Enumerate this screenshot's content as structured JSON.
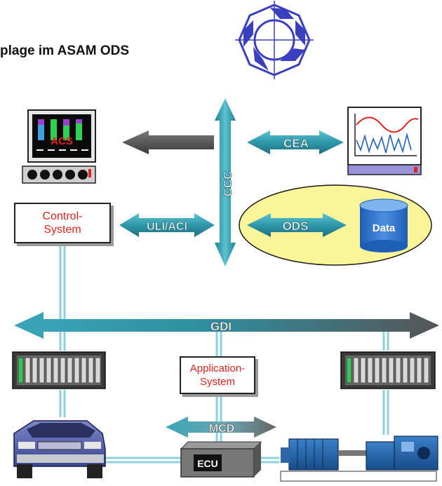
{
  "title": "plage im ASAM ODS",
  "interfaces": {
    "ccc": "CCC",
    "cea": "CEA",
    "uli_aci": "ULI/ACI",
    "ods": "ODS",
    "gdi": "GDI",
    "mcd": "MCD"
  },
  "components": {
    "acs": "ACS",
    "data": "Data",
    "ecu": "ECU",
    "control_system": {
      "line1": "Control-",
      "line2": "System"
    },
    "application_system": {
      "line1": "Application-",
      "line2": "System"
    }
  },
  "colors": {
    "teal": "#3aa6b8",
    "gray_arrow": "#555555",
    "ods_ellipse": "#fbf59a",
    "logo_blue": "#3a3fc0",
    "label_red": "#e0241b"
  }
}
